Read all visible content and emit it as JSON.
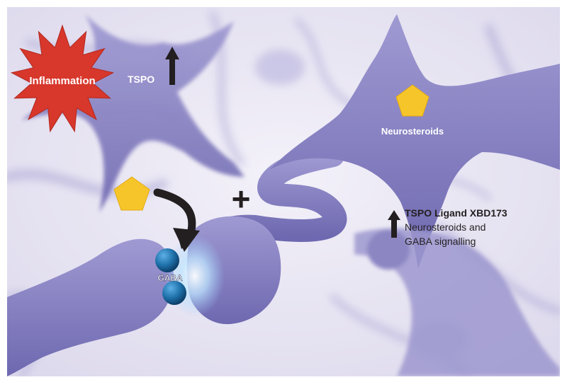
{
  "labels": {
    "inflammation": "Inflammation",
    "tspo": "TSPO",
    "neurosteroids": "Neurosteroids",
    "gaba": "GABA",
    "plus": "+",
    "ligand_title": "TSPO Ligand XBD173",
    "ligand_line1": "Neurosteroids and",
    "ligand_line2": "GABA signalling"
  },
  "colors": {
    "neuron": "#8d88c6",
    "neuron_dark": "#6c66ad",
    "background": "#ece9f5",
    "starburst": "#d8372c",
    "pentagon": "#f6c52a",
    "gaba_ball": "#1d6fa8",
    "arrow": "#231f20"
  },
  "icons": {
    "inflammation": "starburst-icon",
    "tspo_up": "up-arrow-icon",
    "ligand_up": "up-arrow-icon",
    "neurosteroid": "pentagon-icon",
    "release": "curved-arrow-icon"
  }
}
